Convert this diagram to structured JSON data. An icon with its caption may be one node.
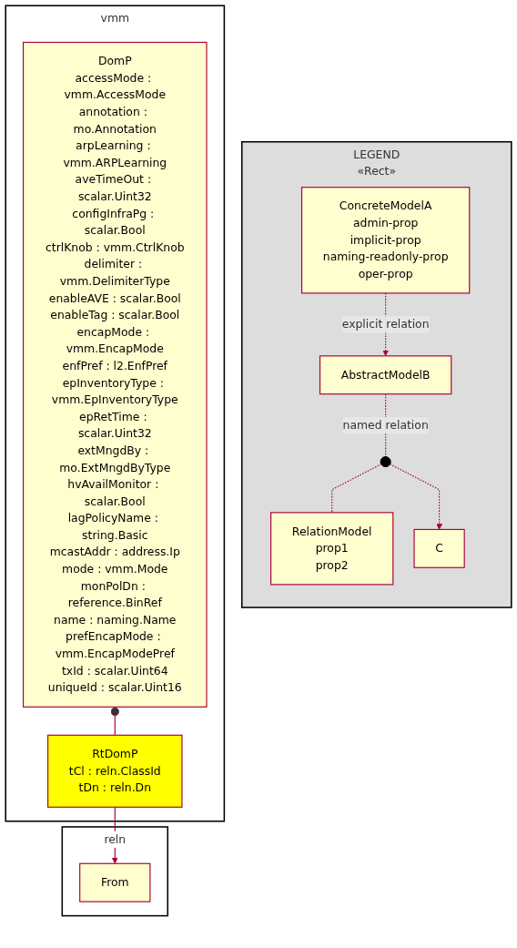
{
  "diagram": {
    "nodes": [
      {
        "text": [
          "LEGEND",
          "«Rect»"
        ]
      },
      {
        "text": [
          "ConcreteModelA",
          "admin-prop",
          "implicit-prop",
          "naming-readonly-prop",
          "oper-prop"
        ],
        "in": 0
      },
      {
        "text": [
          "AbstractModelB"
        ],
        "in": 0
      },
      {
        "text": [],
        "shape": "circle",
        "in": 0
      },
      {
        "text": [
          "RelationModel",
          "prop1",
          "prop2"
        ],
        "in": 0
      },
      {
        "text": [
          "C"
        ],
        "in": 0
      },
      {
        "text": [
          "vmm"
        ]
      },
      {
        "text": [
          "DomP",
          "accessMode : vmm.AccessMode",
          "annotation : mo.Annotation",
          "arpLearning : vmm.ARPLearning",
          "aveTimeOut : scalar.Uint32",
          "configInfraPg : scalar.Bool",
          "ctrlKnob : vmm.CtrlKnob",
          "delimiter : vmm.DelimiterType",
          "enableAVE : scalar.Bool",
          "enableTag : scalar.Bool",
          "encapMode : vmm.EncapMode",
          "enfPref : l2.EnfPref",
          "epInventoryType : vmm.EpInventoryType",
          "epRetTime : scalar.Uint32",
          "extMngdBy : mo.ExtMngdByType",
          "hvAvailMonitor : scalar.Bool",
          "lagPolicyName : string.Basic",
          "mcastAddr : address.Ip",
          "mode : vmm.Mode",
          "monPolDn : reference.BinRef",
          "name : naming.Name",
          "prefEncapMode : vmm.EncapModePref",
          "txId : scalar.Uint64",
          "uniqueId : scalar.Uint16"
        ],
        "in": 6
      },
      {
        "text": [
          "RtDomP",
          "tCl : reln.ClassId",
          "tDn : reln.Dn"
        ],
        "in": 6
      },
      {
        "text": [
          "reln"
        ]
      },
      {
        "text": [
          "From"
        ],
        "in": 9
      }
    ],
    "edges": [
      {
        "from": 1,
        "to": 2,
        "arrow": "to",
        "style": "dashed",
        "label": "explicit relation"
      },
      {
        "from": 2,
        "to": 3,
        "arrow": "none",
        "style": "dashed",
        "label": "named relation"
      },
      {
        "from": 3,
        "to": 4,
        "arrow": "none",
        "style": "dashed"
      },
      {
        "from": 3,
        "to": 5,
        "arrow": "to",
        "style": "dashed"
      },
      {
        "from": 7,
        "to": 8,
        "arrow": "other"
      },
      {
        "from": 8,
        "to": 10,
        "arrow": "to"
      }
    ]
  }
}
